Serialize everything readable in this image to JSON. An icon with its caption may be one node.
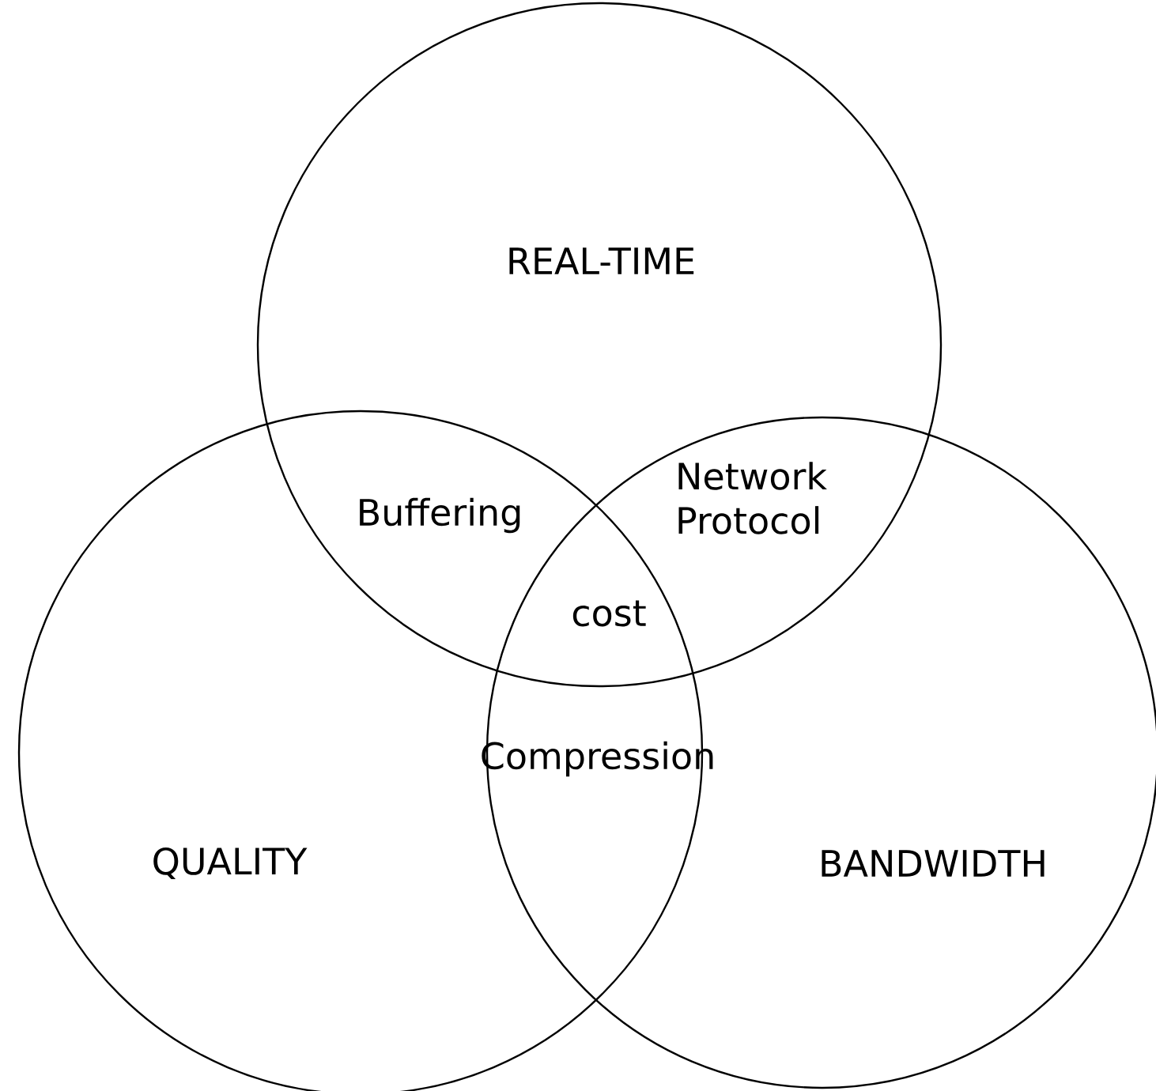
{
  "diagram": {
    "nodes": [
      {
        "text": [
          "REAL-TIME"
        ]
      },
      {
        "text": [
          "QUALITY"
        ]
      },
      {
        "text": [
          "BANDWIDTH"
        ]
      }
    ],
    "labels": [
      "Buffering",
      "Network Protocol",
      "cost",
      "Compression"
    ]
  }
}
